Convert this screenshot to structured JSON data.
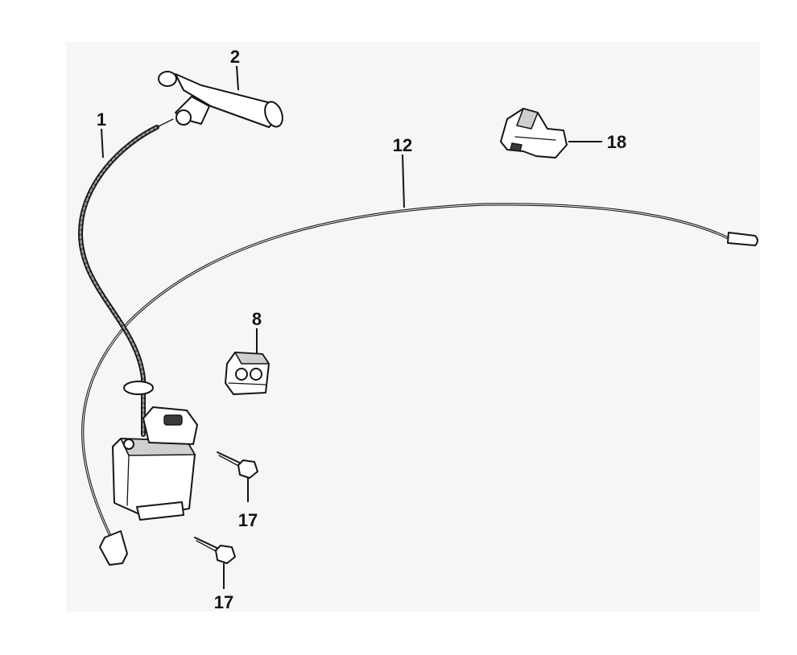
{
  "callouts": {
    "c1": "1",
    "c2": "2",
    "c8": "8",
    "c12": "12",
    "c17a": "17",
    "c17b": "17",
    "c18": "18"
  },
  "colors": {
    "ink": "#151515",
    "background": "#f6f6f4"
  }
}
